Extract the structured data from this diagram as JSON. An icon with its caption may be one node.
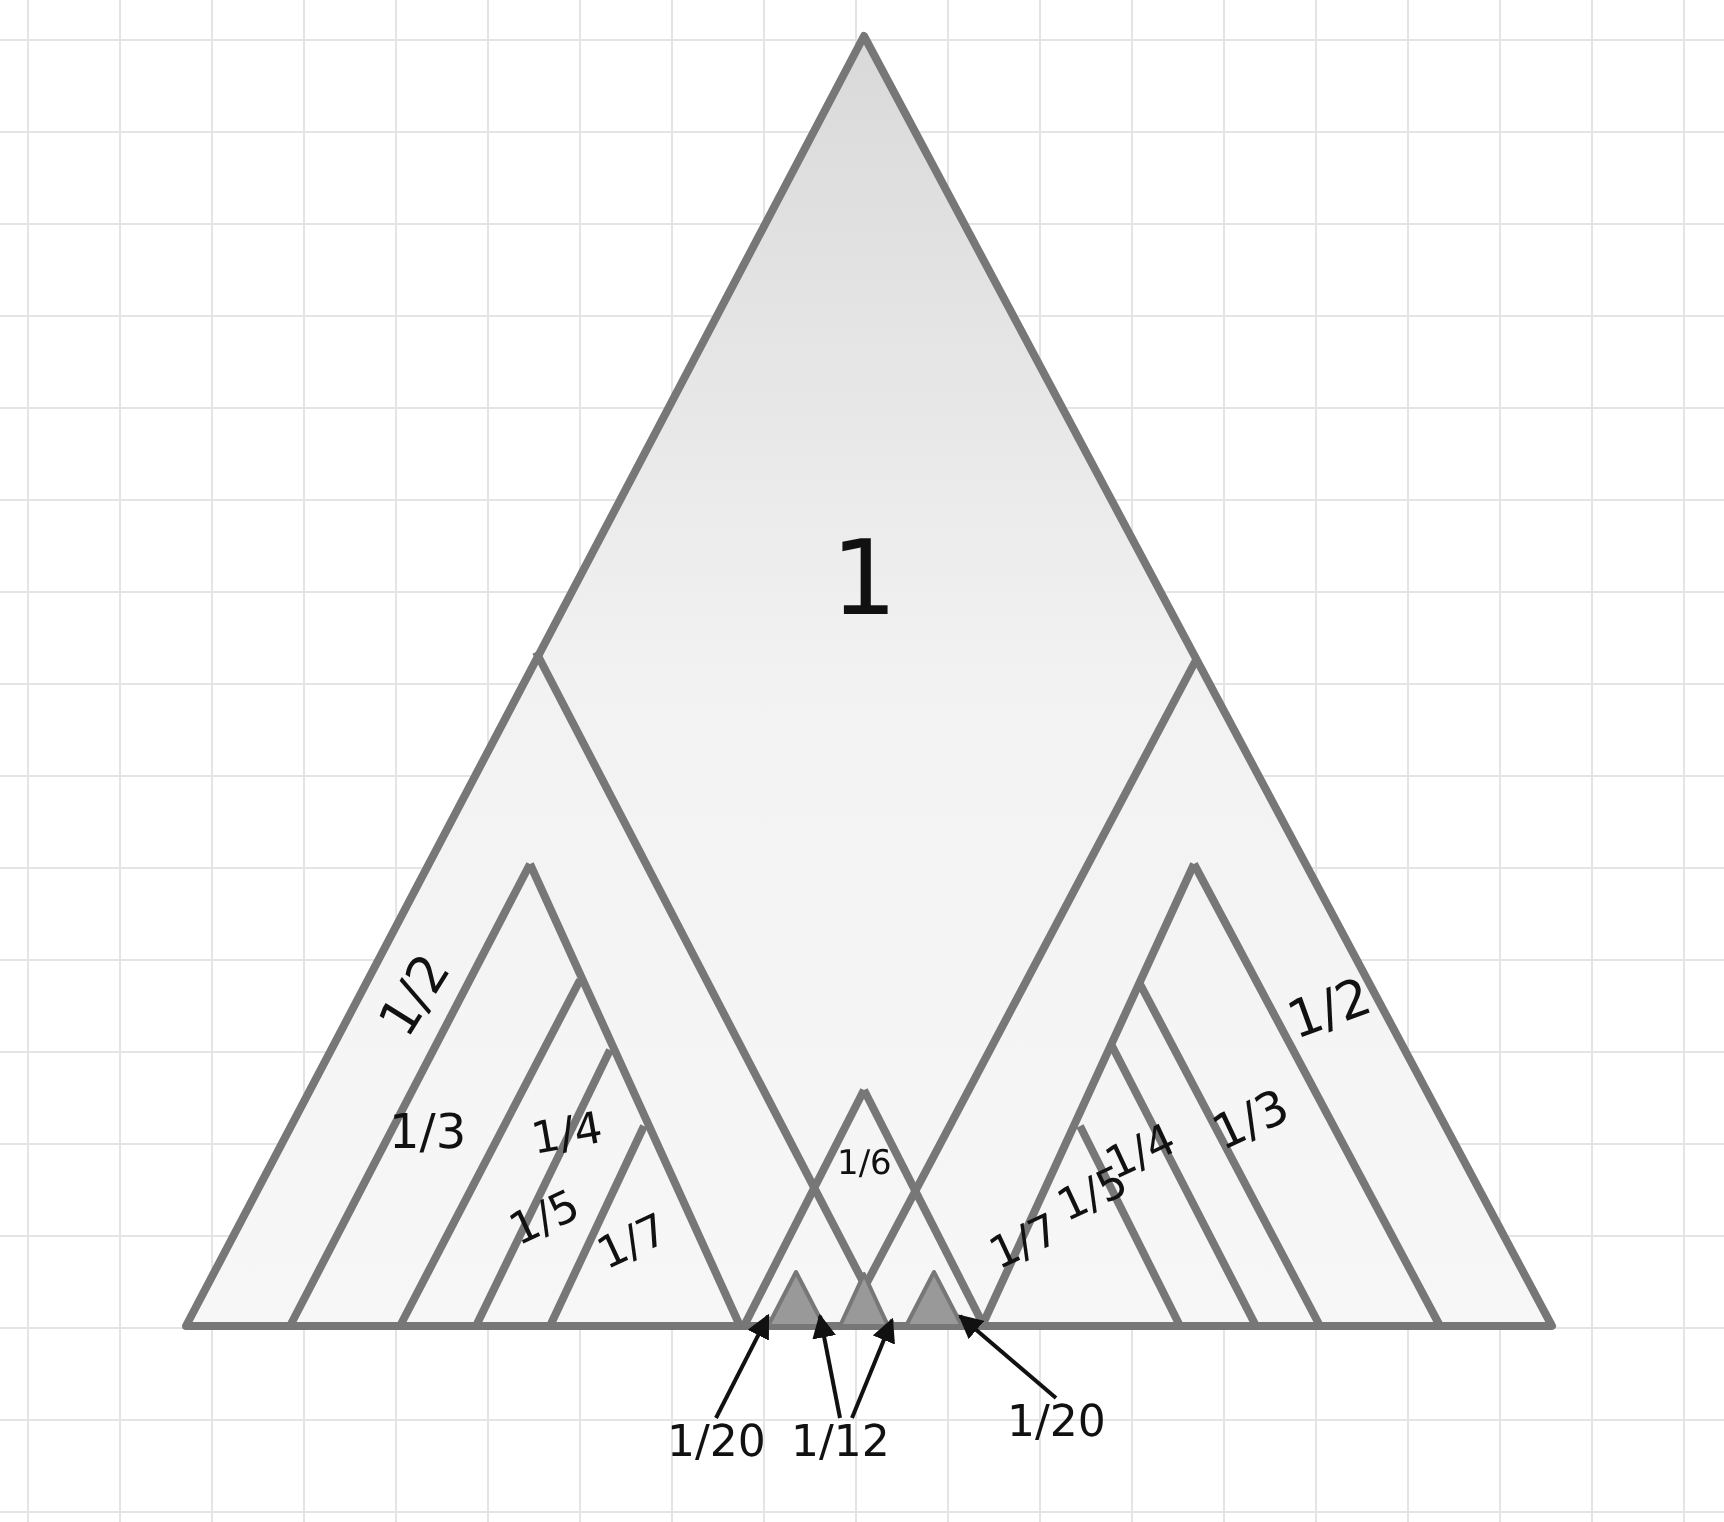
{
  "diagram": {
    "nodes": [
      {
        "text": [
          "1/20"
        ]
      },
      {
        "text": [
          "1/12"
        ]
      },
      {
        "text": [
          "1/20"
        ]
      }
    ],
    "edges": [
      {
        "from": 0,
        "to": null,
        "arrow": "to"
      },
      {
        "from": 1,
        "to": null,
        "arrow": "to"
      },
      {
        "from": 1,
        "to": null,
        "arrow": "to"
      },
      {
        "from": 2,
        "to": null,
        "arrow": "to"
      }
    ],
    "labels": [
      "1",
      "1/2",
      "1/3",
      "1/4",
      "1/5",
      "1/7",
      "1/6",
      "1/7",
      "1/5",
      "1/4",
      "1/3",
      "1/2"
    ]
  }
}
